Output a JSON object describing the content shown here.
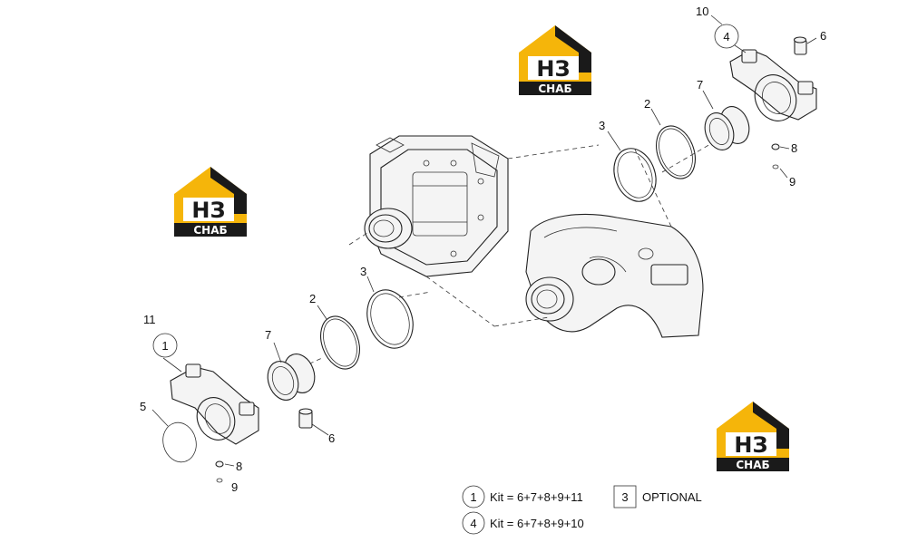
{
  "logo": {
    "letters": "НЗ",
    "caption": "СНАБ",
    "colors": {
      "yellow": "#F5B50A",
      "dark": "#1a1a1a",
      "light": "#ffffff"
    }
  },
  "callouts": {
    "left_11": "11",
    "left_1_circle": "1",
    "left_5": "5",
    "left_7": "7",
    "left_2": "2",
    "left_3": "3",
    "left_6": "6",
    "left_8": "8",
    "left_9": "9",
    "right_10": "10",
    "right_4_circle": "4",
    "right_6": "6",
    "right_7": "7",
    "right_2": "2",
    "right_3": "3",
    "right_8": "8",
    "right_9": "9"
  },
  "legend": {
    "kit1_symbol": "1",
    "kit1_text": "Kit = 6+7+8+9+11",
    "kit4_symbol": "4",
    "kit4_text": "Kit = 6+7+8+9+10",
    "optional_symbol": "3",
    "optional_text": "OPTIONAL"
  }
}
